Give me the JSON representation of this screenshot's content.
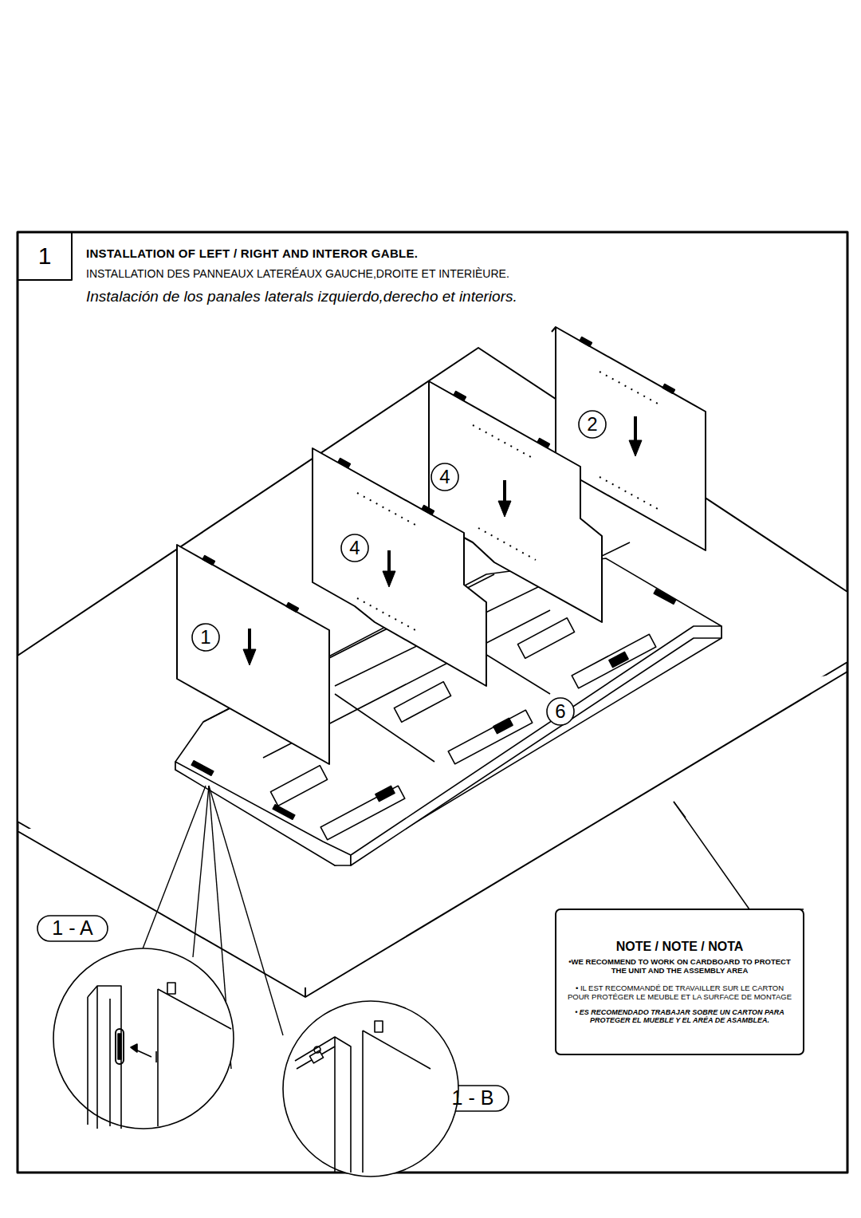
{
  "diagram": {
    "title": "INSTALLATION OF LEFT / RIGHT AND INTEROR GABLE.",
    "nodes": [
      {
        "text": [
          "1"
        ]
      },
      {
        "text": [
          "NOTE / NOTE / NOTA",
          "•WE RECOMMEND TO WORK ON CARDBOARD TO PROTECT THE UNIT AND THE ASSEMBLY AREA",
          "• IL EST RECOMMANDÉ DE TRAVAILLER SUR LE CARTON POUR PROTÉGER LE MEUBLE ET LA SURFACE DE MONTAGE",
          "• ES RECOMENDADO TRABAJAR SOBRE UN CARTON PARA PROTEGER EL MUEBLE Y EL ARÉA DE ASAMBLEA."
        ]
      }
    ],
    "labels": [
      "INSTALLATION DES PANNEAUX LATERÉAUX GAUCHE,DROITE ET INTERIÈURE.",
      "Instalación de los panales laterals izquierdo,derecho et interiors.",
      "2",
      "4",
      "4",
      "1",
      "6",
      "1 - A",
      "1 - B"
    ]
  }
}
